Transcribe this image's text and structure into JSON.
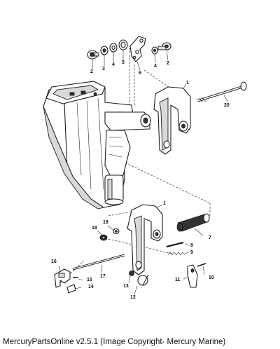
{
  "footer": "MercuryPartsOnline v2.5.1 (Image Copyright- Mercury Marine)",
  "callouts": {
    "top_2_left": "2",
    "top_3": "3",
    "top_4_left": "4",
    "top_5": "5",
    "top_6": "6",
    "top_4_right": "4",
    "top_2_right": "2",
    "upper_1": "1",
    "upper_20": "20",
    "lower_1": "1",
    "lower_7": "7",
    "lower_8": "8",
    "lower_9": "9",
    "lower_10": "10",
    "lower_11": "11",
    "lower_12": "12",
    "lower_13": "13",
    "lower_14": "14",
    "lower_15": "15",
    "lower_16": "16",
    "lower_17": "17",
    "lower_18": "18",
    "lower_19": "19"
  }
}
